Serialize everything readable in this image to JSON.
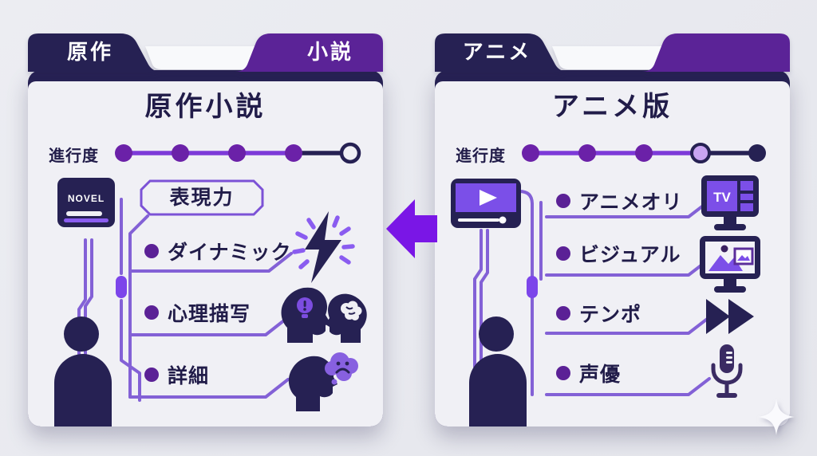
{
  "panels": [
    {
      "tab_left": "原作",
      "tab_right": "小説",
      "title": "原作小説",
      "progress_label": "進行度",
      "progress_steps": [
        "filled",
        "filled",
        "filled",
        "filled",
        "open"
      ],
      "book_label": "NOVEL",
      "feature_box": "表現力",
      "items": [
        {
          "label": "ダイナミック",
          "icon": "lightning-icon"
        },
        {
          "label": "心理描写",
          "icon": "two-heads-icon"
        },
        {
          "label": "詳細",
          "icon": "head-thought-cloud-icon"
        }
      ]
    },
    {
      "tab_left": "アニメ",
      "tab_right": "",
      "title": "アニメ版",
      "progress_label": "進行度",
      "progress_steps": [
        "filled",
        "filled",
        "filled",
        "current",
        "dark"
      ],
      "tv_label": "TV",
      "items": [
        {
          "label": "アニメオリ",
          "icon": "tv-icon"
        },
        {
          "label": "ビジュアル",
          "icon": "monitor-images-icon"
        },
        {
          "label": "テンポ",
          "icon": "fast-forward-icon"
        },
        {
          "label": "声優",
          "icon": "microphone-icon"
        }
      ]
    }
  ],
  "colors": {
    "navy": "#262153",
    "card": "#F0F0F5",
    "purple_tab": "#5B2397",
    "dot": "#6B21A8",
    "line": "#7D3AD8",
    "current_dot": "#C9A4F2",
    "trace": "#8361D6",
    "capsule": "#7C45EA",
    "screen": "#7B4FE8",
    "arrow": "#7A16E6"
  }
}
